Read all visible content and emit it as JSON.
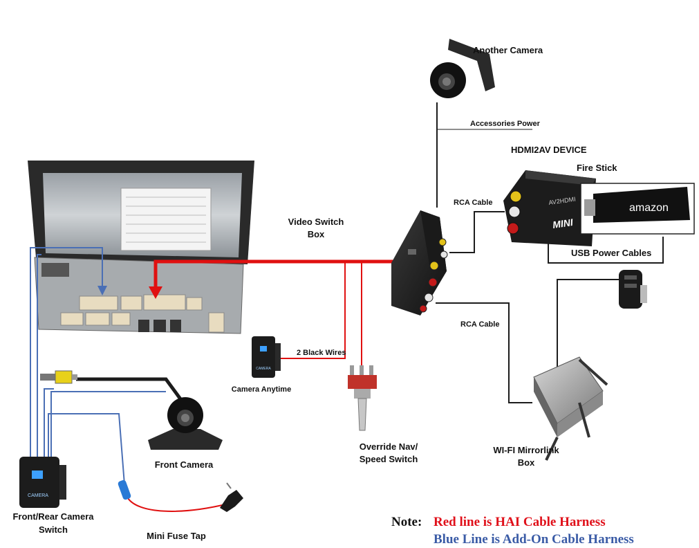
{
  "labels": {
    "another_camera": "Another Camera",
    "accessories_power": "Accessories Power",
    "hdmi2av_device": "HDMI2AV DEVICE",
    "fire_stick": "Fire Stick",
    "rca_cable_top": "RCA Cable",
    "rca_cable_bottom": "RCA Cable",
    "video_switch_box_line1": "Video Switch",
    "video_switch_box_line2": "Box",
    "usb_power_cables": "USB Power Cables",
    "two_black_wires": "2 Black Wires",
    "camera_anytime": "Camera Anytime",
    "override_line1": "Override Nav/",
    "override_line2": "Speed Switch",
    "wifi_line1": "WI-FI Mirrorlink",
    "wifi_line2": "Box",
    "front_camera": "Front Camera",
    "front_rear_line1": "Front/Rear Camera",
    "front_rear_line2": "Switch",
    "mini_fuse_tap": "Mini Fuse Tap"
  },
  "device_text": {
    "amazon": "amazon",
    "mini": "MINI",
    "av2hdmi": "AV2HDMI",
    "camera_button": "CAMERA",
    "camera_button_front": "CAMERA"
  },
  "note": {
    "key": "Note:",
    "red_text": "Red line is HAI Cable Harness",
    "blue_text": "Blue Line is Add-On Cable Harness"
  },
  "colors": {
    "red_harness": "#e01010",
    "blue_harness": "#4a6fb5",
    "note_red": "#e0101a",
    "note_blue": "#3a5ba6",
    "black_wire": "#1c1c1c"
  }
}
